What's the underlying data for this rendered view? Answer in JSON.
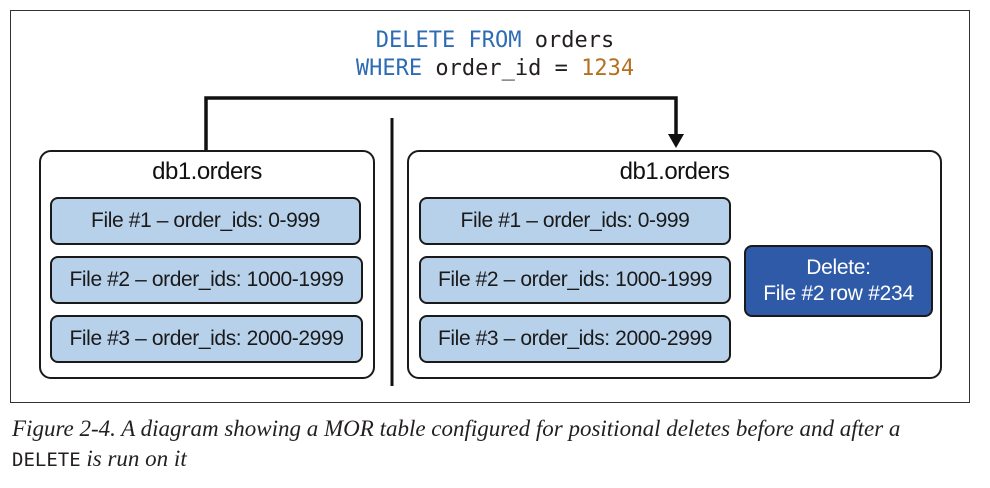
{
  "sql": {
    "line1_kw": "DELETE FROM",
    "line1_rest": "orders",
    "line2_kw": "WHERE",
    "line2_mid": "order_id =",
    "line2_value": "1234"
  },
  "before": {
    "title": "db1.orders",
    "files": [
      "File #1 – order_ids: 0-999",
      "File #2 – order_ids: 1000-1999",
      "File #3 – order_ids: 2000-2999"
    ]
  },
  "after": {
    "title": "db1.orders",
    "files": [
      "File #1 – order_ids: 0-999",
      "File #2 – order_ids: 1000-1999",
      "File #3 – order_ids: 2000-2999"
    ],
    "delete_line1": "Delete:",
    "delete_line2": "File #2 row #234"
  },
  "caption": {
    "prefix": "Figure 2-4. A diagram showing a MOR table configured for positional deletes before and after a ",
    "code": "DELETE",
    "suffix": " is run on it"
  },
  "colors": {
    "keyword": "#2e6bb5",
    "number": "#b5701f",
    "file_fill": "#b8d1ea",
    "delete_fill": "#2f5aa8"
  }
}
